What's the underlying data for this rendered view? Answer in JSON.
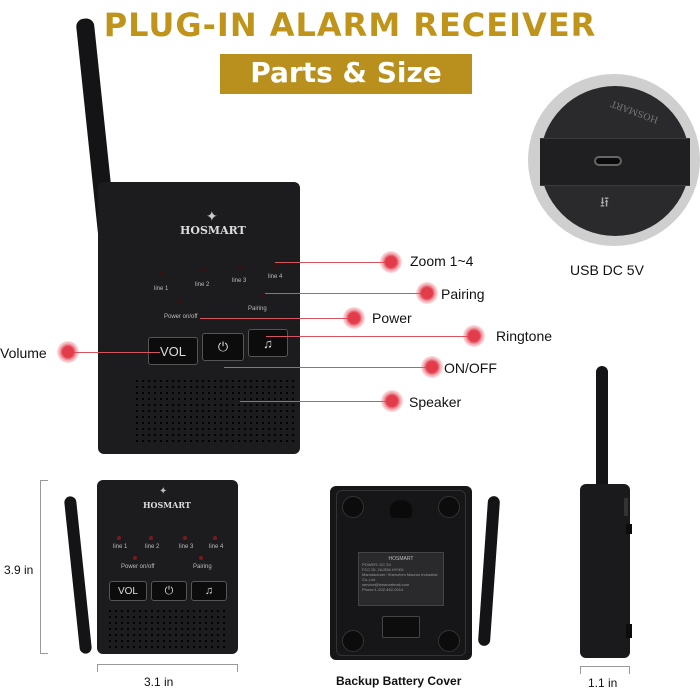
{
  "header": {
    "title": "PLUG-IN ALARM RECEIVER",
    "subtitle": "Parts & Size"
  },
  "device": {
    "brand": "HOSMART",
    "lines": [
      "line 1",
      "line 2",
      "line 3",
      "line 4"
    ],
    "power_label": "Power on/off",
    "pairing_label": "Pairing",
    "vol_button": "VOL"
  },
  "callouts": {
    "zoom": "Zoom 1~4",
    "pairing": "Pairing",
    "power": "Power",
    "ringtone": "Ringtone",
    "volume": "Volume",
    "onoff": "ON/OFF",
    "speaker": "Speaker",
    "usb": "USB DC 5V"
  },
  "dimensions": {
    "height": "3.9 in",
    "width": "3.1 in",
    "depth": "1.1 in"
  },
  "back": {
    "caption": "Backup Battery Cover",
    "label_brand": "HOSMART",
    "label_lines": [
      "POWER: DC 5V",
      "FCC ID: 2AJEM-HY001",
      "Manufacturer: Shenzhen Macmo Industrial Co.,Ltd",
      "service@hosmartmall.com",
      "Phone:1-202-462-0014"
    ]
  },
  "usb_brand": "HOSMART",
  "colors": {
    "title_gold": "#c0941a",
    "bar_gold": "#b9901e",
    "callout_red": "#e23b4a"
  }
}
